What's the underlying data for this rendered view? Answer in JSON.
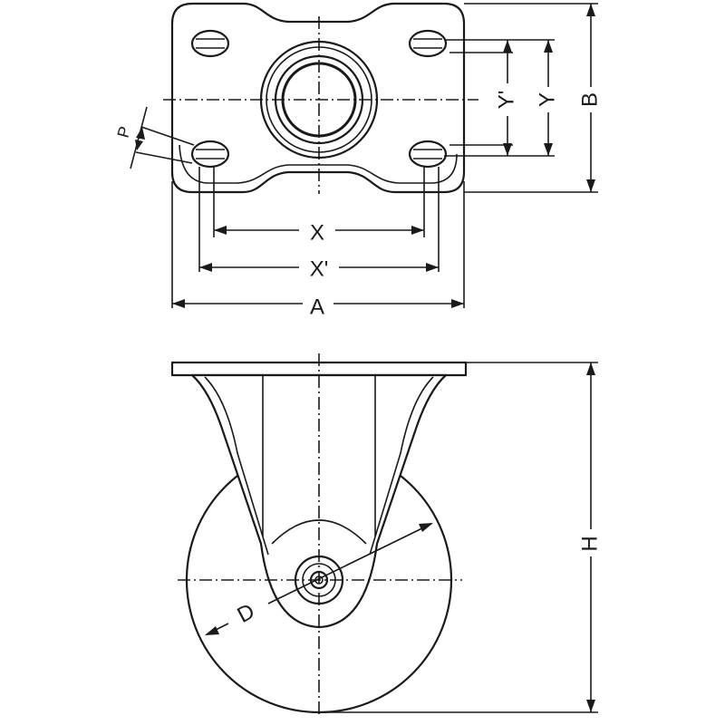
{
  "diagram": {
    "labels": {
      "X": "X",
      "X_prime": "X'",
      "A": "A",
      "Y": "Y",
      "Y_prime": "Y'",
      "B": "B",
      "P": "P",
      "H": "H",
      "D": "D"
    }
  }
}
